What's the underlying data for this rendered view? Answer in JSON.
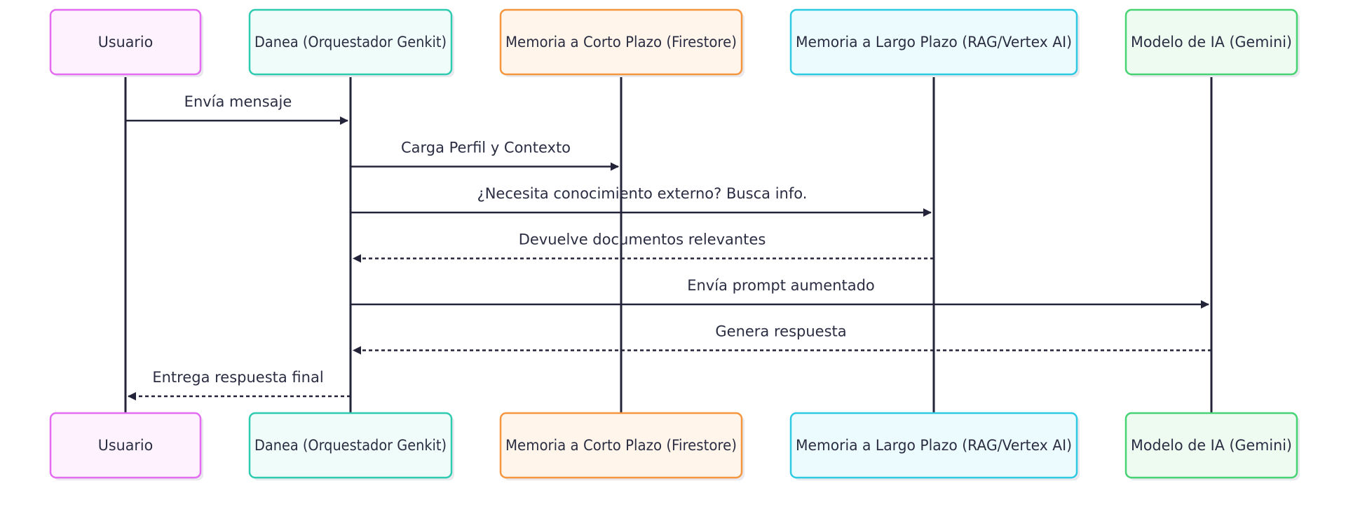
{
  "participants": [
    {
      "id": "user",
      "label": "Usuario",
      "border": "#e36cf0",
      "fill": "#fdf2fe"
    },
    {
      "id": "danea",
      "label": "Danea (Orquestador Genkit)",
      "border": "#2ecbb0",
      "fill": "#effcf9"
    },
    {
      "id": "short",
      "label": "Memoria a Corto Plazo (Firestore)",
      "border": "#f5953d",
      "fill": "#fff5ea"
    },
    {
      "id": "long",
      "label": "Memoria a Largo Plazo (RAG/Vertex AI)",
      "border": "#2ec9e2",
      "fill": "#ecfcfe"
    },
    {
      "id": "model",
      "label": "Modelo de IA (Gemini)",
      "border": "#45d374",
      "fill": "#eefbf1"
    }
  ],
  "messages": [
    {
      "from": "user",
      "to": "danea",
      "label": "Envía mensaje",
      "style": "solid"
    },
    {
      "from": "danea",
      "to": "short",
      "label": "Carga Perfil y Contexto",
      "style": "solid"
    },
    {
      "from": "danea",
      "to": "long",
      "label": "¿Necesita conocimiento externo? Busca info.",
      "style": "solid"
    },
    {
      "from": "long",
      "to": "danea",
      "label": "Devuelve documentos relevantes",
      "style": "dotted"
    },
    {
      "from": "danea",
      "to": "model",
      "label": "Envía prompt aumentado",
      "style": "solid"
    },
    {
      "from": "model",
      "to": "danea",
      "label": "Genera respuesta",
      "style": "dotted"
    },
    {
      "from": "danea",
      "to": "user",
      "label": "Entrega respuesta final",
      "style": "dotted"
    }
  ],
  "colors": {
    "line": "#23233a",
    "text": "#2b2d42",
    "shadow": "#e9e9ee"
  }
}
